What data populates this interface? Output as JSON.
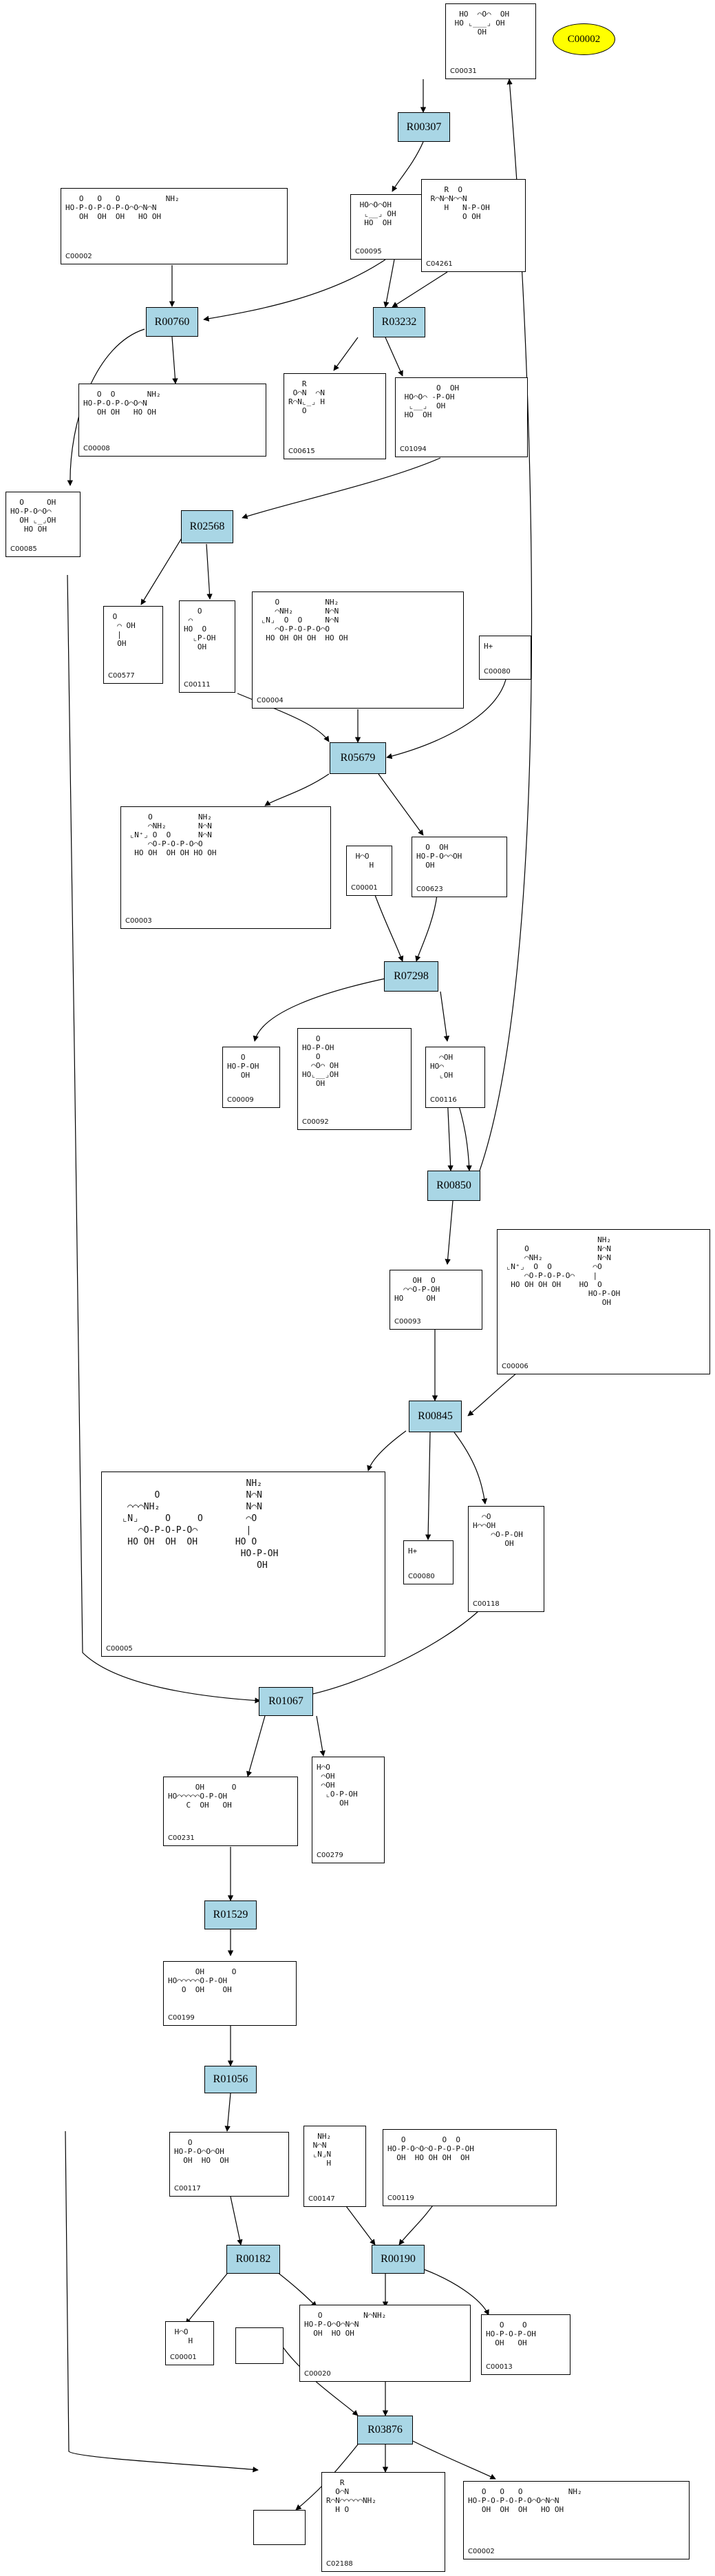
{
  "highlight": {
    "label": "C00002",
    "color": "#ffff00"
  },
  "reaction_color": "#a9d6e5",
  "reactions": {
    "r00307": "R00307",
    "r00760": "R00760",
    "r03232": "R03232",
    "r02568": "R02568",
    "r05679": "R05679",
    "r07298": "R07298",
    "r00850": "R00850",
    "r00845": "R00845",
    "r01067": "R01067",
    "r01529": "R01529",
    "r01056": "R01056",
    "r00182": "R00182",
    "r00190": "R00190",
    "r03876": "R03876"
  },
  "compounds": {
    "c00031": "C00031",
    "c00002_top": "C00002",
    "c00095": "C00095",
    "c04261": "C04261",
    "c00008": "C00008",
    "c00615": "C00615",
    "c01094": "C01094",
    "c00085": "C00085",
    "c00577": "C00577",
    "c00111": "C00111",
    "c00004": "C00004",
    "c00080_a": "C00080",
    "c00003": "C00003",
    "c00001_a": "C00001",
    "c00623": "C00623",
    "c00009": "C00009",
    "c00092": "C00092",
    "c00116": "C00116",
    "c00093": "C00093",
    "c00006": "C00006",
    "c00005": "C00005",
    "c00080_b": "C00080",
    "c00118": "C00118",
    "c00231": "C00231",
    "c00279": "C00279",
    "c00199": "C00199",
    "c00117": "C00117",
    "c00147": "C00147",
    "c00119": "C00119",
    "c00001_b": "C00001",
    "c00020": "C00020",
    "c00013": "C00013",
    "c02188": "C02188",
    "c00002_bottom": "C00002"
  },
  "labels": {
    "h_plus": "H+"
  }
}
